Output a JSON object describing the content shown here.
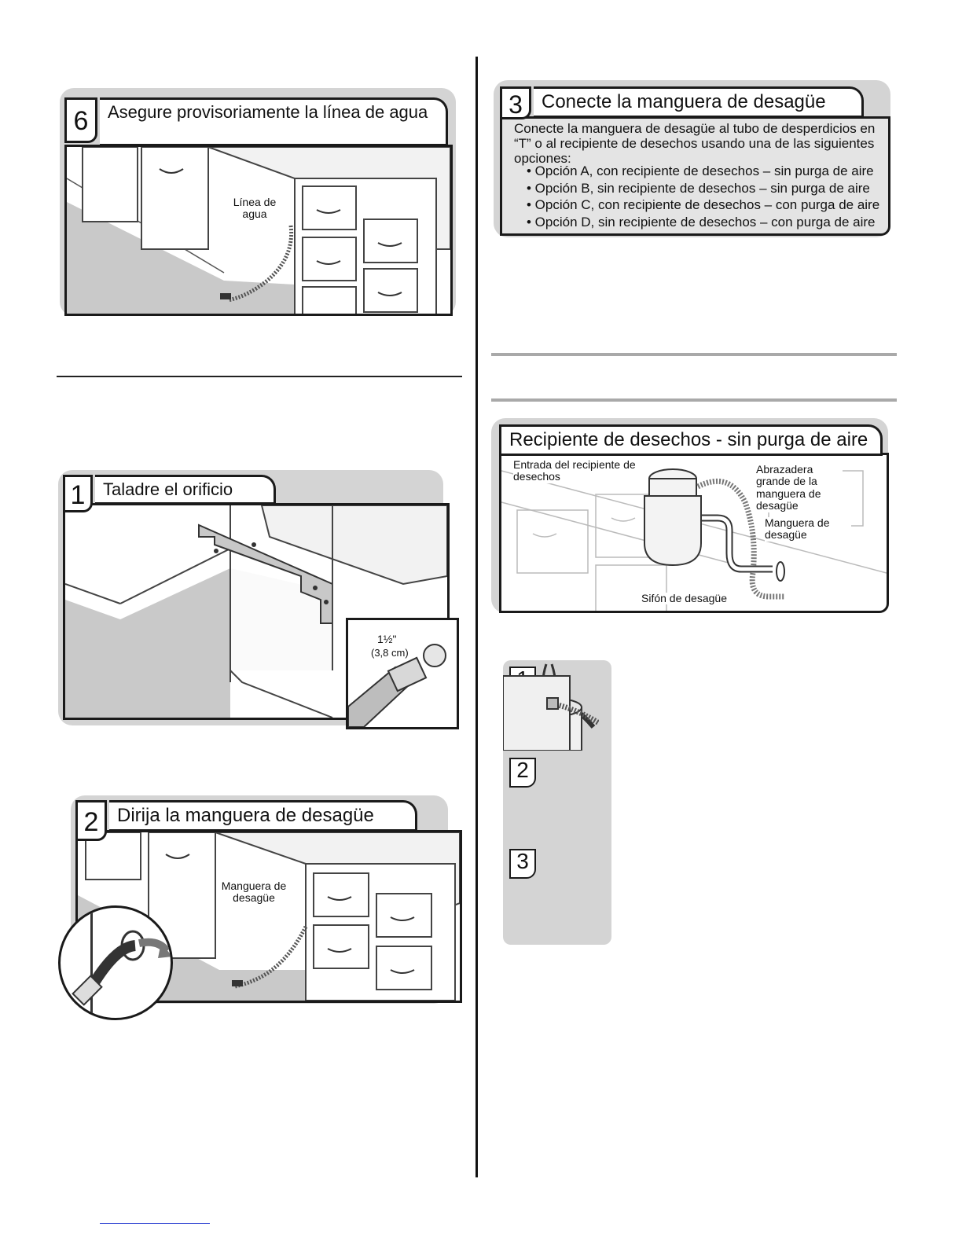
{
  "panel6": {
    "number": "6",
    "title": "Asegure provisoriamente la línea de agua",
    "callout": "Línea de agua"
  },
  "panel1": {
    "number": "1",
    "title": "Taladre el orificio",
    "size_label": "1½\"",
    "size_metric": "(3,8 cm)"
  },
  "panel2": {
    "number": "2",
    "title": "Dirija la manguera de desagüe",
    "callout": "Manguera de desagüe"
  },
  "panel3": {
    "number": "3",
    "title": "Conecte la manguera de desagüe",
    "intro": "Conecte la manguera de desagüe al tubo de desperdicios en “T” o al recipiente de desechos usando una de las siguientes opciones:",
    "options": [
      "• Opción A, con recipiente de desechos – sin purga de aire",
      "• Opción B, sin recipiente de desechos – sin purga de aire",
      "• Opción C, con recipiente de desechos – con purga de aire",
      "• Opción D, sin recipiente de desechos – con purga de aire"
    ]
  },
  "disposer": {
    "title": "Recipiente de desechos - sin purga de aire",
    "inlet": "Entrada del recipiente de desechos",
    "clamp": "Abrazadera grande de la manguera de desagüe",
    "hose": "Manguera de desagüe",
    "trap": "Sifón de desagüe"
  },
  "steps": [
    "1",
    "2",
    "3"
  ]
}
